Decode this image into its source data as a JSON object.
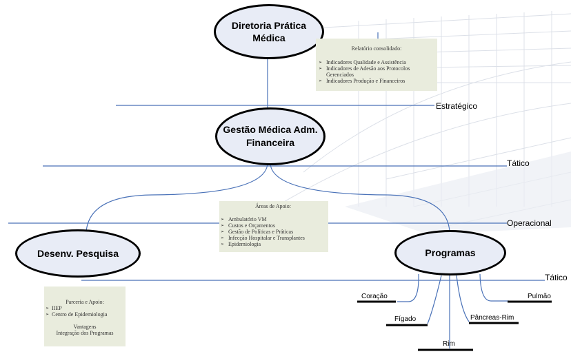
{
  "nodes": {
    "diretoria": [
      "Diretoria Prática",
      "Médica"
    ],
    "gestao": [
      "Gestão Médica Adm.",
      "Financeira"
    ],
    "desenv": "Desenv. Pesquisa",
    "programas": "Programas"
  },
  "levels": {
    "estrategico": "Estratégico",
    "tatico_1": "Tático",
    "operacional": "Operacional",
    "tatico_2": "Tático"
  },
  "notes": {
    "relatorio": {
      "title": "Relatório consolidado:",
      "items": [
        "Indicadores Qualidade e Assistência",
        "Indicadores de Adesão aos Protocolos Gerenciados",
        "Indicadores Produção e Financeiros"
      ]
    },
    "areas": {
      "title": "Áreas de Apoio:",
      "items": [
        "Ambulatório VM",
        "Custos e Orçamentos",
        "Gestão de Políticas e Práticas",
        "Infecção Hospitalar e Transplantes",
        "Epidemiologia"
      ]
    },
    "parceria": {
      "title": "Parceria e Apoio:",
      "items": [
        "IIEP",
        "Centro de Epidemiologia"
      ],
      "footer": [
        "Vantagens",
        "Integração dos Programas"
      ]
    }
  },
  "programs": {
    "coracao": "Coração",
    "pulmao": "Pulmão",
    "figado": "Fígado",
    "pancreas_rim": "Pâncreas-Rim",
    "rim": "Rim"
  },
  "colors": {
    "line": "#4a72b8",
    "node_fill": "#e8ecf6",
    "node_border": "#000000",
    "note_fill": "#e9ecdd"
  }
}
